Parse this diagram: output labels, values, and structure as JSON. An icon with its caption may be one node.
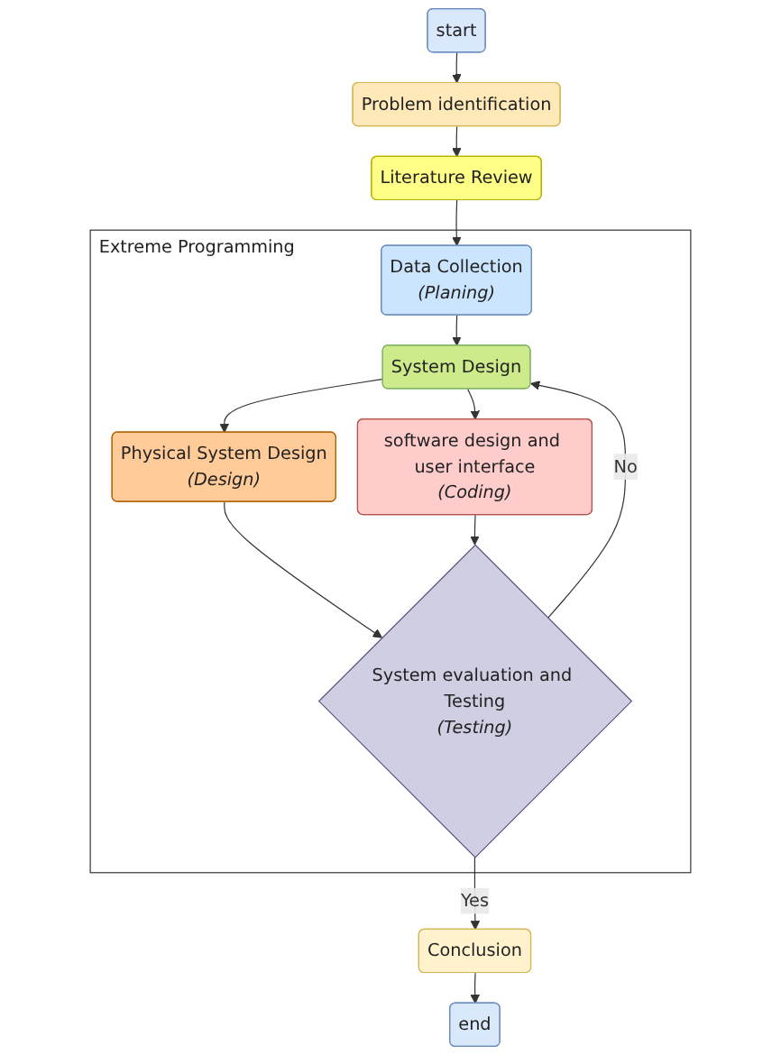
{
  "diagram": {
    "nodes": [
      {
        "text": [
          "start"
        ]
      },
      {
        "text": [
          "Problem identification"
        ]
      },
      {
        "text": [
          "Literature Review"
        ]
      },
      {
        "text": [
          "Extreme Programming"
        ]
      },
      {
        "text": [
          "Data Collection",
          "(Planing)"
        ],
        "in": 3
      },
      {
        "text": [
          "System Design"
        ],
        "in": 3
      },
      {
        "text": [
          "Physical System Design",
          "(Design)"
        ],
        "in": 3
      },
      {
        "text": [
          "software design and user interface",
          "(Coding)"
        ],
        "in": 3
      },
      {
        "text": [
          "System evaluation and Testing",
          "(Testing)"
        ],
        "in": 3
      },
      {
        "text": [
          "Conclusion"
        ]
      },
      {
        "text": [
          "end"
        ]
      }
    ],
    "edges": [
      {
        "from": 0,
        "to": 1,
        "arrow": "to"
      },
      {
        "from": 1,
        "to": 2,
        "arrow": "to"
      },
      {
        "from": 2,
        "to": 4,
        "arrow": "to"
      },
      {
        "from": 4,
        "to": 5,
        "arrow": "to"
      },
      {
        "from": 5,
        "to": 6,
        "arrow": "to"
      },
      {
        "from": 5,
        "to": 7,
        "arrow": "to"
      },
      {
        "from": 6,
        "to": 8,
        "arrow": "to"
      },
      {
        "from": 7,
        "to": 8,
        "arrow": "to"
      },
      {
        "from": 8,
        "to": 5,
        "label": "No",
        "arrow": "to"
      },
      {
        "from": 8,
        "to": 9,
        "label": "Yes",
        "arrow": "to"
      },
      {
        "from": 9,
        "to": 10,
        "arrow": "to"
      }
    ]
  }
}
